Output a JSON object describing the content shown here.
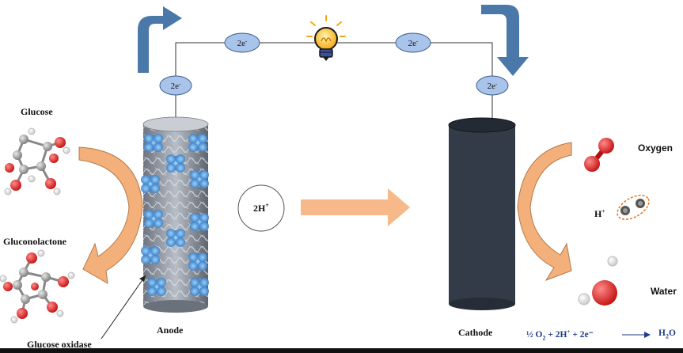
{
  "labels": {
    "glucose": "Glucose",
    "gluconolactone": "Gluconolactone",
    "glucose_oxidase": "Glucose oxidase",
    "anode": "Anode",
    "cathode": "Cathode",
    "oxygen": "Oxygen",
    "water": "Water",
    "proton": "H",
    "proton_charge": "+",
    "two_h_plus": "2H",
    "two_h_plus_charge": "+"
  },
  "electrons": {
    "top_left": "2e",
    "top_right": "2e",
    "anode_side": "2e",
    "cathode_side": "2e",
    "charge": "-"
  },
  "equation": {
    "half": "½ O",
    "o_sub": "2",
    "plus_h": " + 2H",
    "h_charge": "+",
    "plus_e": "  +  2e",
    "e_charge": "⁻",
    "product": "H",
    "product_sub": "2",
    "product_tail": "O"
  },
  "colors": {
    "electron_fill": "#a9c4ea",
    "flow_arrow": "#4a78a8",
    "curved_arrow": "#f4b07a",
    "cathode_body": "#323b47",
    "oxygen_atom": "#e02020",
    "hydrogen_atom": "#ffffff",
    "carbon_atom": "#9a9a9a",
    "equation_text": "#1f3a8a"
  }
}
